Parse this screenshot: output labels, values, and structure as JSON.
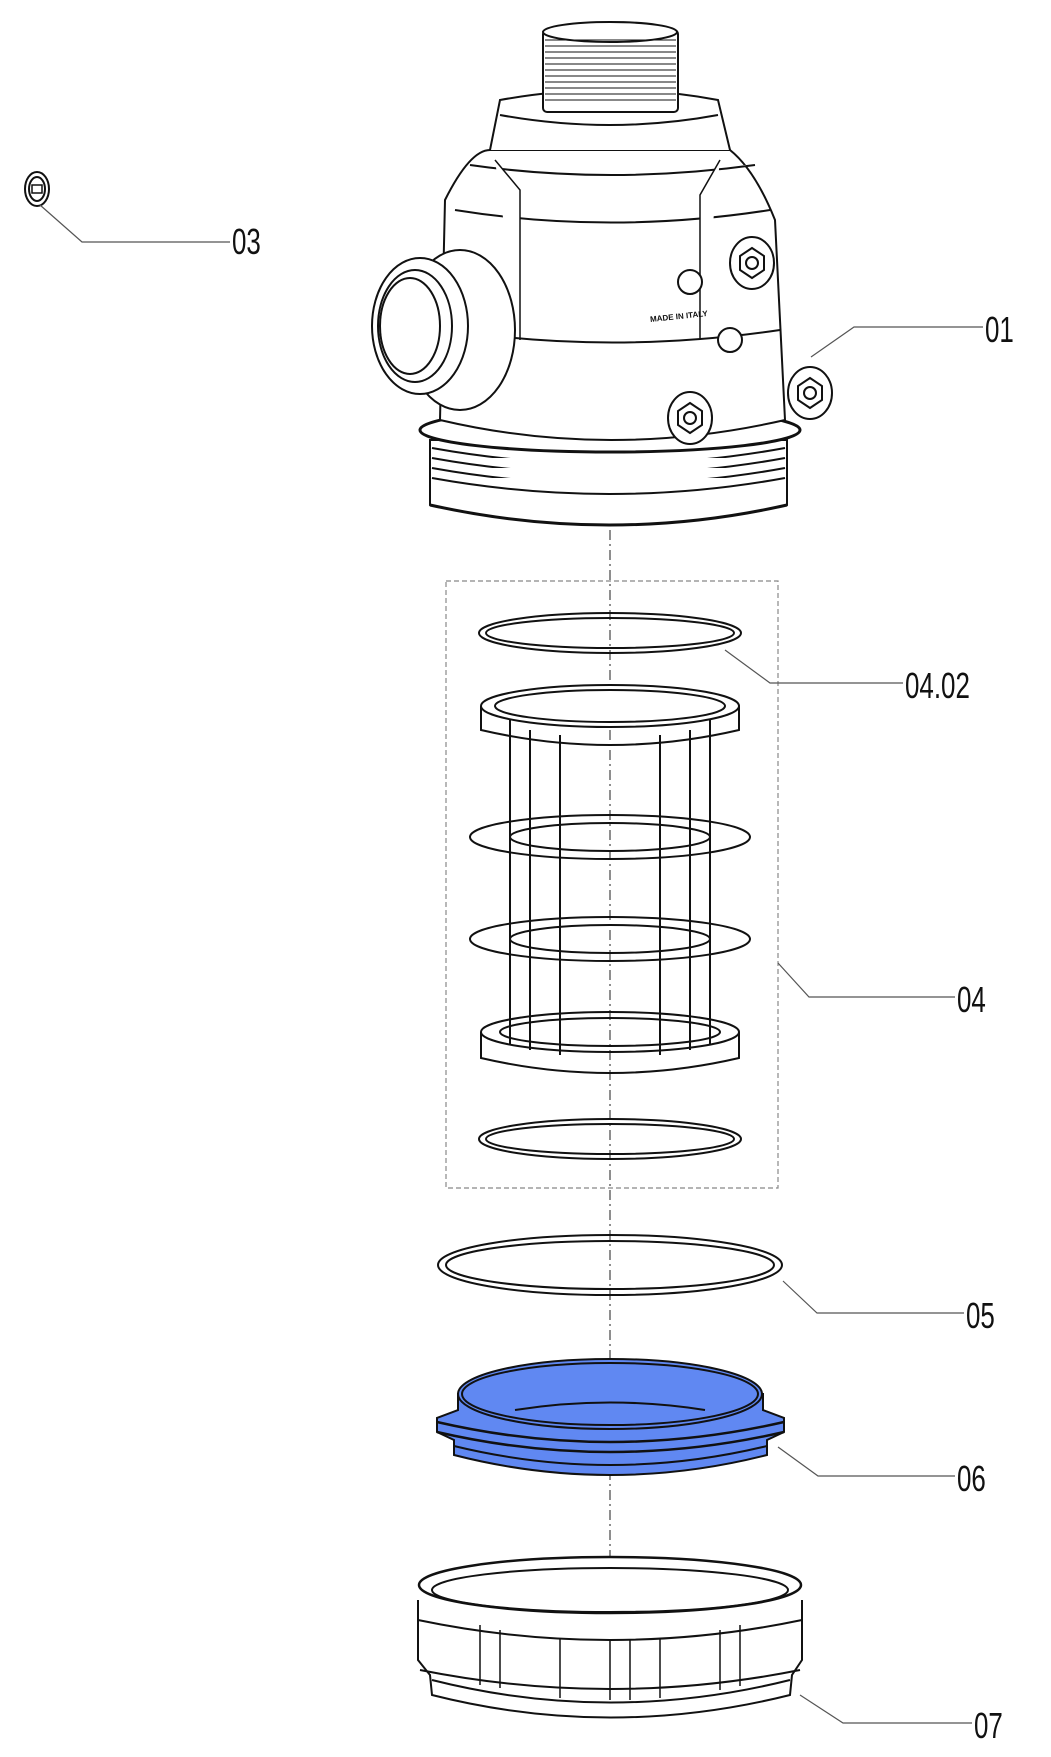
{
  "diagram": {
    "type": "exploded-parts-view",
    "accent_color": "#6088f2",
    "body_marking": "MADE IN ITALY",
    "callouts": [
      {
        "id": "01"
      },
      {
        "id": "03"
      },
      {
        "id": "04.02"
      },
      {
        "id": "04"
      },
      {
        "id": "05"
      },
      {
        "id": "06"
      },
      {
        "id": "07"
      }
    ]
  }
}
